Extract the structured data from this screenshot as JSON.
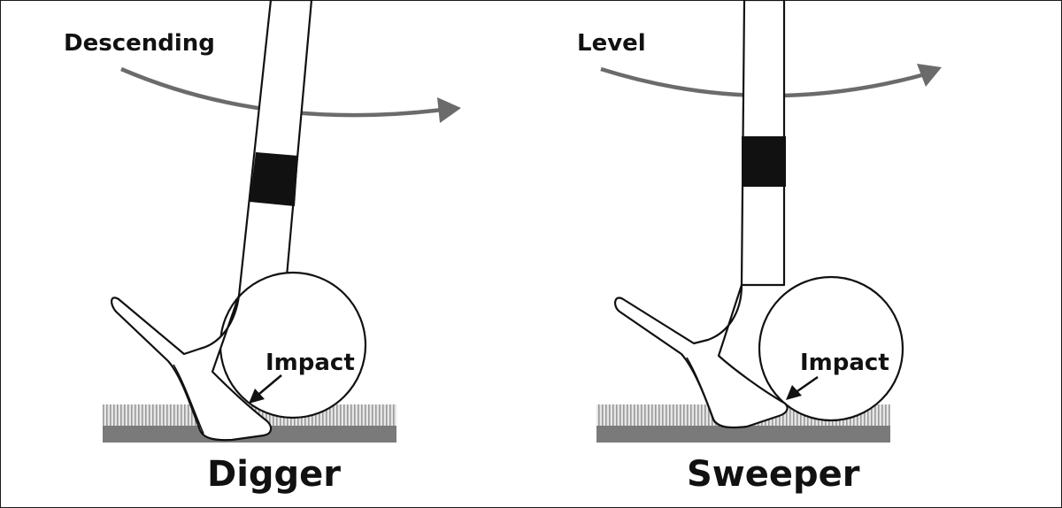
{
  "panels": [
    {
      "id": "digger",
      "swing_label": "Descending",
      "impact_label": "Impact",
      "style_label": "Digger"
    },
    {
      "id": "sweeper",
      "swing_label": "Level",
      "impact_label": "Impact",
      "style_label": "Sweeper"
    }
  ],
  "colors": {
    "outline": "#111111",
    "arrow": "#6b6b6b",
    "turf_grass": "#b8b8b8",
    "turf_ground": "#7a7a7a",
    "grip_band": "#111111"
  },
  "icons": [
    "club-shaft",
    "wedge-head",
    "golf-ball",
    "swing-path-arrow",
    "impact-arrow",
    "turf"
  ]
}
